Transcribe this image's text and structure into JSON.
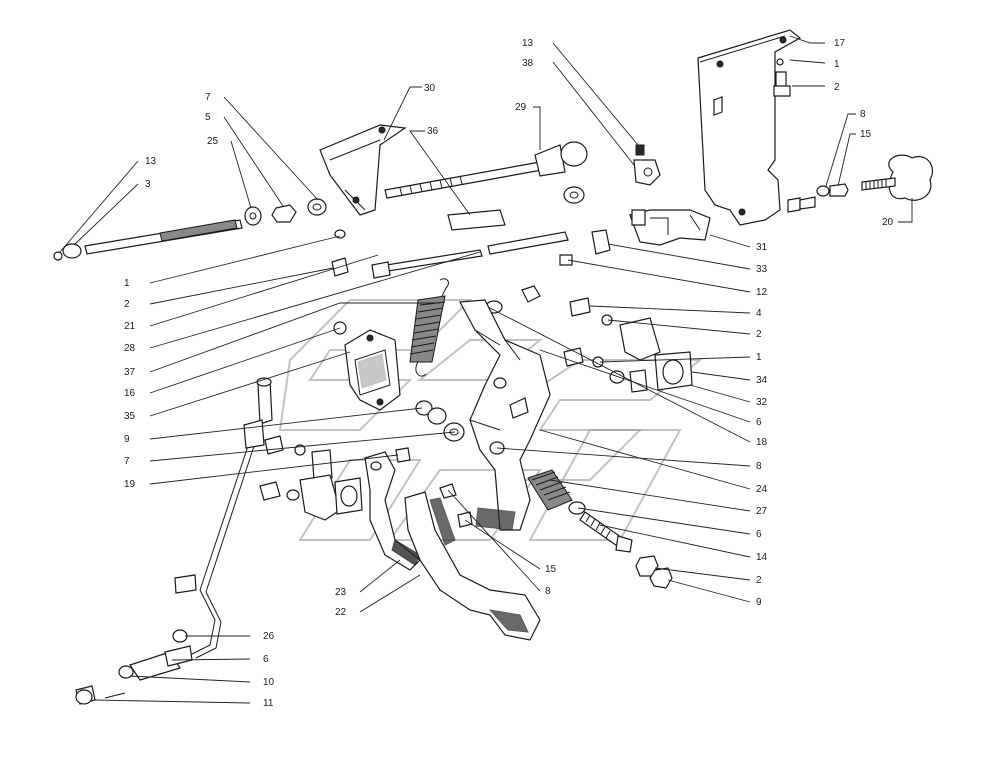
{
  "diagram": {
    "callouts": [
      {
        "id": "c-13-top",
        "text": "13"
      },
      {
        "id": "c-38",
        "text": "38"
      },
      {
        "id": "c-17",
        "text": "17"
      },
      {
        "id": "c-1-top",
        "text": "1"
      },
      {
        "id": "c-2-top",
        "text": "2"
      },
      {
        "id": "c-30",
        "text": "30"
      },
      {
        "id": "c-7-top",
        "text": "7"
      },
      {
        "id": "c-5",
        "text": "5"
      },
      {
        "id": "c-36",
        "text": "36"
      },
      {
        "id": "c-29",
        "text": "29"
      },
      {
        "id": "c-25",
        "text": "25"
      },
      {
        "id": "c-8-top",
        "text": "8"
      },
      {
        "id": "c-15-top",
        "text": "15"
      },
      {
        "id": "c-13-left",
        "text": "13"
      },
      {
        "id": "c-3",
        "text": "3"
      },
      {
        "id": "c-20",
        "text": "20"
      },
      {
        "id": "c-31",
        "text": "31"
      },
      {
        "id": "c-1-l1",
        "text": "1"
      },
      {
        "id": "c-33",
        "text": "33"
      },
      {
        "id": "c-2-l2",
        "text": "2"
      },
      {
        "id": "c-12",
        "text": "12"
      },
      {
        "id": "c-21",
        "text": "21"
      },
      {
        "id": "c-4",
        "text": "4"
      },
      {
        "id": "c-28",
        "text": "28"
      },
      {
        "id": "c-2-r2",
        "text": "2"
      },
      {
        "id": "c-1-r1",
        "text": "1"
      },
      {
        "id": "c-37",
        "text": "37"
      },
      {
        "id": "c-34",
        "text": "34"
      },
      {
        "id": "c-16",
        "text": "16"
      },
      {
        "id": "c-32",
        "text": "32"
      },
      {
        "id": "c-35",
        "text": "35"
      },
      {
        "id": "c-6-r1",
        "text": "6"
      },
      {
        "id": "c-9-left",
        "text": "9"
      },
      {
        "id": "c-18",
        "text": "18"
      },
      {
        "id": "c-7-left",
        "text": "7"
      },
      {
        "id": "c-8-right",
        "text": "8"
      },
      {
        "id": "c-19",
        "text": "19"
      },
      {
        "id": "c-24",
        "text": "24"
      },
      {
        "id": "c-27",
        "text": "27"
      },
      {
        "id": "c-6-r2",
        "text": "6"
      },
      {
        "id": "c-14",
        "text": "14"
      },
      {
        "id": "c-15-mid",
        "text": "15"
      },
      {
        "id": "c-23",
        "text": "23"
      },
      {
        "id": "c-2-r3",
        "text": "2"
      },
      {
        "id": "c-8-mid",
        "text": "8"
      },
      {
        "id": "c-22",
        "text": "22"
      },
      {
        "id": "c-9-right",
        "text": "9"
      },
      {
        "id": "c-26",
        "text": "26"
      },
      {
        "id": "c-6-left",
        "text": "6"
      },
      {
        "id": "c-10",
        "text": "10"
      },
      {
        "id": "c-11",
        "text": "11"
      }
    ]
  }
}
